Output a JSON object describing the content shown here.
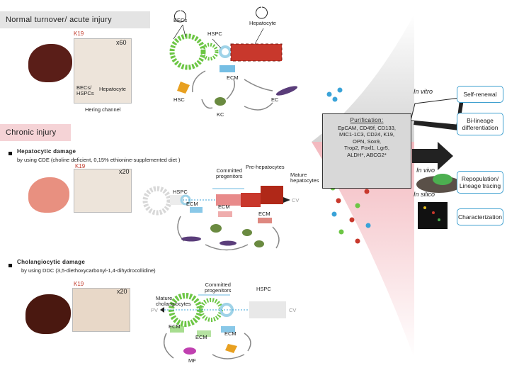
{
  "normal": {
    "title": "Normal turnover/ acute injury",
    "marker": "K19",
    "zoom": "x60",
    "cell_becs_hspcs": "BECs/\nHSPCs",
    "cell_hepatocyte": "Hepatocyte",
    "hering": "Hering channel",
    "diag_becs": "BECs",
    "diag_hspc": "HSPC",
    "diag_hepatocyte": "Hepatocyte",
    "diag_ecm": "ECM",
    "diag_hsc": "HSC",
    "diag_kc": "KC",
    "diag_ec": "EC"
  },
  "chronic": {
    "title": "Chronic injury",
    "hep": {
      "title": "Hepatocytic damage",
      "subtitle": "by using CDE (choline deficient, 0,15% ethionine-supplemented diet )",
      "marker": "K19",
      "zoom": "x20",
      "hspc": "HSPC",
      "committed": "Committed\nprogenitors",
      "pre": "Pre-hepatocytes",
      "mature": "Mature\nhepatocytes",
      "cv": "CV",
      "ecm1": "ECM",
      "ecm2": "ECM",
      "ecm3": "ECM"
    },
    "chol": {
      "title": "Cholangiocytic damage",
      "subtitle": "by using DDC (3,5-diethoxycarbonyl-1,4-dihydrocollidine)",
      "marker": "K19",
      "zoom": "x20",
      "mature": "Mature\ncholangiocytes",
      "committed": "Committed\nprogenitors",
      "hspc": "HSPC",
      "pv": "PV",
      "cv": "CV",
      "ecm1": "ECM",
      "ecm2": "ECM",
      "ecm3": "ECM",
      "mf": "MF"
    }
  },
  "purification": {
    "title": "Purification:",
    "markers": [
      "EpCAM, CD49f, CD133,",
      "MIC1-1C3, CD24, K19,",
      "OPN, Sox9,",
      "Trop2, Foxl1, Lgr5,",
      "ALDH*, ABCG2*"
    ]
  },
  "applications": {
    "in_vitro": "In vitro",
    "in_vivo": "In vivo",
    "in_silico": "In silico",
    "self_renewal": "Self-renewal",
    "bilineage": "Bi-lineage\ndifferentiation",
    "repopulation": "Repopulation/\nLineage tracing",
    "characterization": "Characterization"
  },
  "colors": {
    "green": "#6cc644",
    "red": "#c8382c",
    "blue": "#3aa3d8",
    "purple": "#5a3d7a",
    "pink_band": "#f5d3d6",
    "grey_band": "#e4e4e4",
    "box_border": "#3fa0d0"
  }
}
